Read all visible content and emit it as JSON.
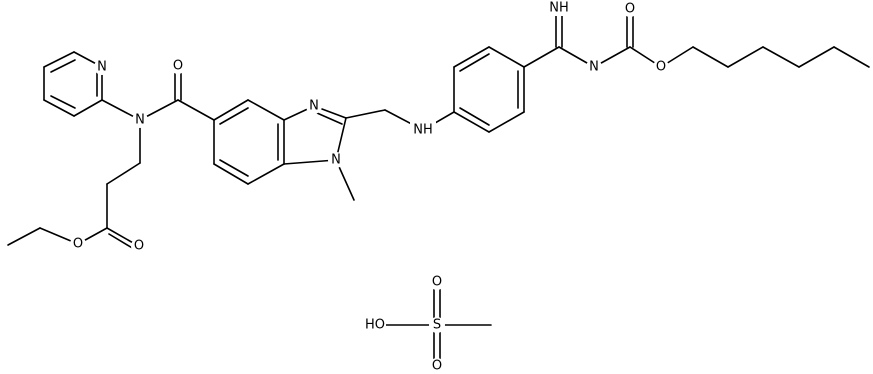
{
  "labels": {
    "pyridine_n": "N",
    "amide_n": "N",
    "amide_o": "O",
    "imidazole_n3": "N",
    "imidazole_n1": "N",
    "amine_nh": "NH",
    "imine_nh": "NH",
    "carbamate_n": "N",
    "carbamate_o_carbonyl": "O",
    "carbamate_o_ester": "O",
    "ester_o_single": "O",
    "ester_o_double": "O",
    "sulfonic_oh": "HO",
    "sulfonic_s": "S",
    "sulfonic_o_top": "O",
    "sulfonic_o_bottom": "O"
  },
  "colors": {
    "bond": "#000000",
    "text": "#000000",
    "background": "#ffffff"
  }
}
